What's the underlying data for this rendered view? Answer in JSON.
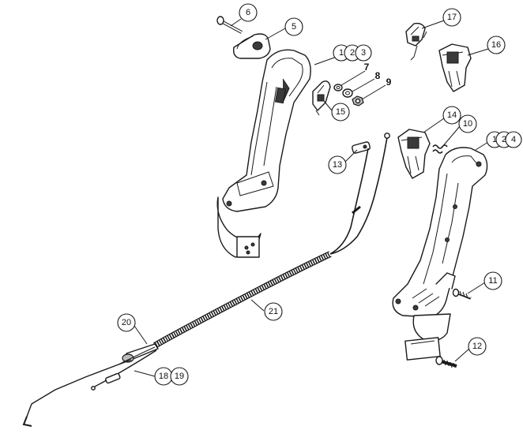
{
  "callouts": {
    "c6": "6",
    "c5": "5",
    "c1a": "1",
    "c2a": "2",
    "c3": "3",
    "c7": "7",
    "c8": "8",
    "c9": "9",
    "c15": "15",
    "c17": "17",
    "c16": "16",
    "c14": "14",
    "c10": "10",
    "c1b": "1",
    "c2b": "2",
    "c4": "4",
    "c13": "13",
    "c11": "11",
    "c12": "12",
    "c21": "21",
    "c20": "20",
    "c18": "18",
    "c19": "19"
  }
}
